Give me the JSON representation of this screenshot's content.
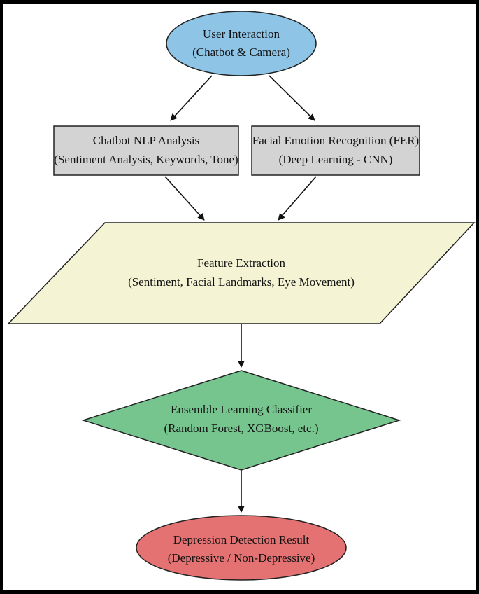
{
  "diagram": {
    "type": "flowchart",
    "nodes": {
      "user_interaction": {
        "shape": "ellipse",
        "color": "#8ec4e6",
        "line1": "User Interaction",
        "line2": "(Chatbot & Camera)"
      },
      "chatbot_nlp": {
        "shape": "rectangle",
        "color": "#d3d3d3",
        "line1": "Chatbot NLP Analysis",
        "line2": "(Sentiment Analysis, Keywords, Tone)"
      },
      "fer": {
        "shape": "rectangle",
        "color": "#d3d3d3",
        "line1": "Facial Emotion Recognition (FER)",
        "line2": "(Deep Learning - CNN)"
      },
      "feature_extraction": {
        "shape": "parallelogram",
        "color": "#f4f4d5",
        "line1": "Feature Extraction",
        "line2": "(Sentiment, Facial Landmarks, Eye Movement)"
      },
      "ensemble": {
        "shape": "diamond",
        "color": "#76c48e",
        "line1": "Ensemble Learning Classifier",
        "line2": "(Random Forest, XGBoost, etc.)"
      },
      "result": {
        "shape": "ellipse",
        "color": "#e47272",
        "line1": "Depression Detection Result",
        "line2": "(Depressive / Non-Depressive)"
      }
    },
    "edges": [
      {
        "from": "user_interaction",
        "to": "chatbot_nlp"
      },
      {
        "from": "user_interaction",
        "to": "fer"
      },
      {
        "from": "chatbot_nlp",
        "to": "feature_extraction"
      },
      {
        "from": "fer",
        "to": "feature_extraction"
      },
      {
        "from": "feature_extraction",
        "to": "ensemble"
      },
      {
        "from": "ensemble",
        "to": "result"
      }
    ]
  }
}
